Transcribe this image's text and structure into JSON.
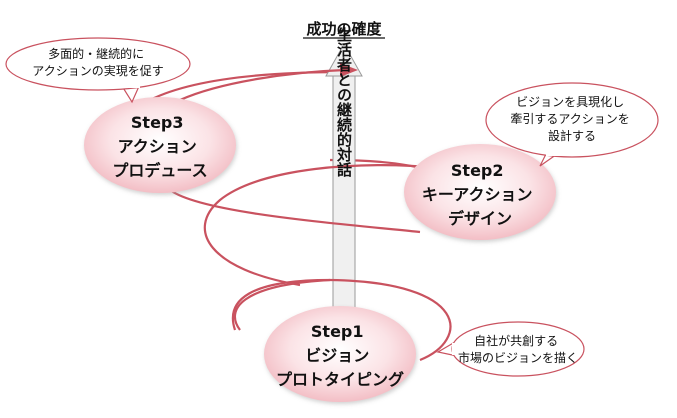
{
  "title": "成功の確度",
  "axis_label": "生活者との継続的対話",
  "steps": [
    {
      "lines": [
        "Step1",
        "ビジョン",
        "プロトタイピング"
      ]
    },
    {
      "lines": [
        "Step2",
        "キーアクション",
        "デザイン"
      ]
    },
    {
      "lines": [
        "Step3",
        "アクション",
        "プロデュース"
      ]
    }
  ],
  "callouts": [
    {
      "lines": [
        "自社が共創する",
        "市場のビジョンを描く"
      ]
    },
    {
      "lines": [
        "ビジョンを具現化し",
        "牽引するアクションを",
        "設計する"
      ]
    },
    {
      "lines": [
        "多面的・継続的に",
        "アクションの実現を促す"
      ]
    }
  ],
  "colors": {
    "spiral": "#c9525f",
    "bubble_center": "#ffffff",
    "bubble_edge": "#f1b6be",
    "arrow_fill": "#f0f0f0",
    "arrow_stroke": "#9a9a9a",
    "callout_stroke": "#c9525f"
  }
}
